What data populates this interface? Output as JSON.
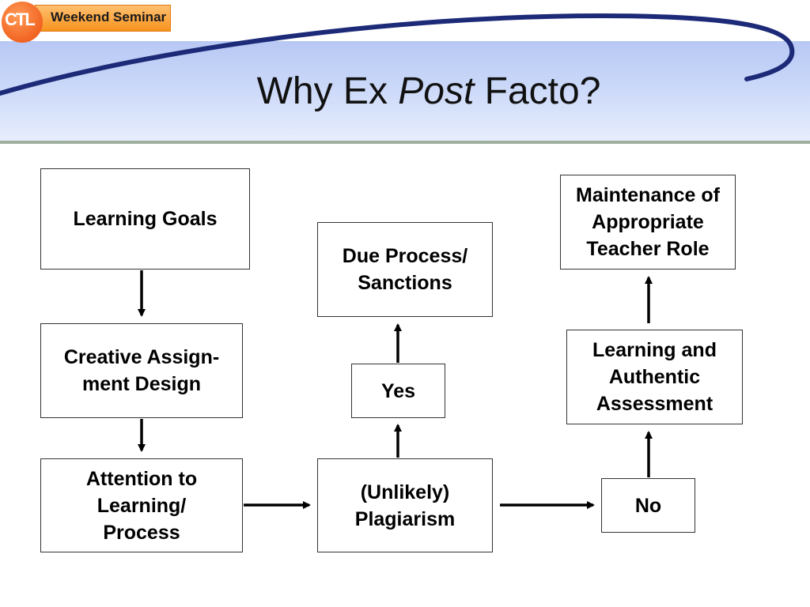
{
  "header": {
    "logo_letters": "CTL",
    "logo_label": "Weekend Seminar",
    "title_part1": "Why Ex ",
    "title_italic": "Post",
    "title_part2": " Facto?"
  },
  "nodes": {
    "learning_goals": "Learning Goals",
    "creative_design_l1": "Creative Assign-",
    "creative_design_l2": "ment Design",
    "attention_l1": "Attention to",
    "attention_l2": "Learning/",
    "attention_l3": "Process",
    "plagiarism_l1": "(Unlikely)",
    "plagiarism_l2": "Plagiarism",
    "yes": "Yes",
    "due_process_l1": "Due Process/",
    "due_process_l2": "Sanctions",
    "no": "No",
    "assessment_l1": "Learning and",
    "assessment_l2": "Authentic",
    "assessment_l3": "Assessment",
    "maintenance_l1": "Maintenance of",
    "maintenance_l2": "Appropriate",
    "maintenance_l3": "Teacher Role"
  },
  "colors": {
    "header_band": "#c8d6f8",
    "swoosh": "#1c2a78",
    "logo_orange": "#f26422",
    "box_border": "#333333"
  }
}
